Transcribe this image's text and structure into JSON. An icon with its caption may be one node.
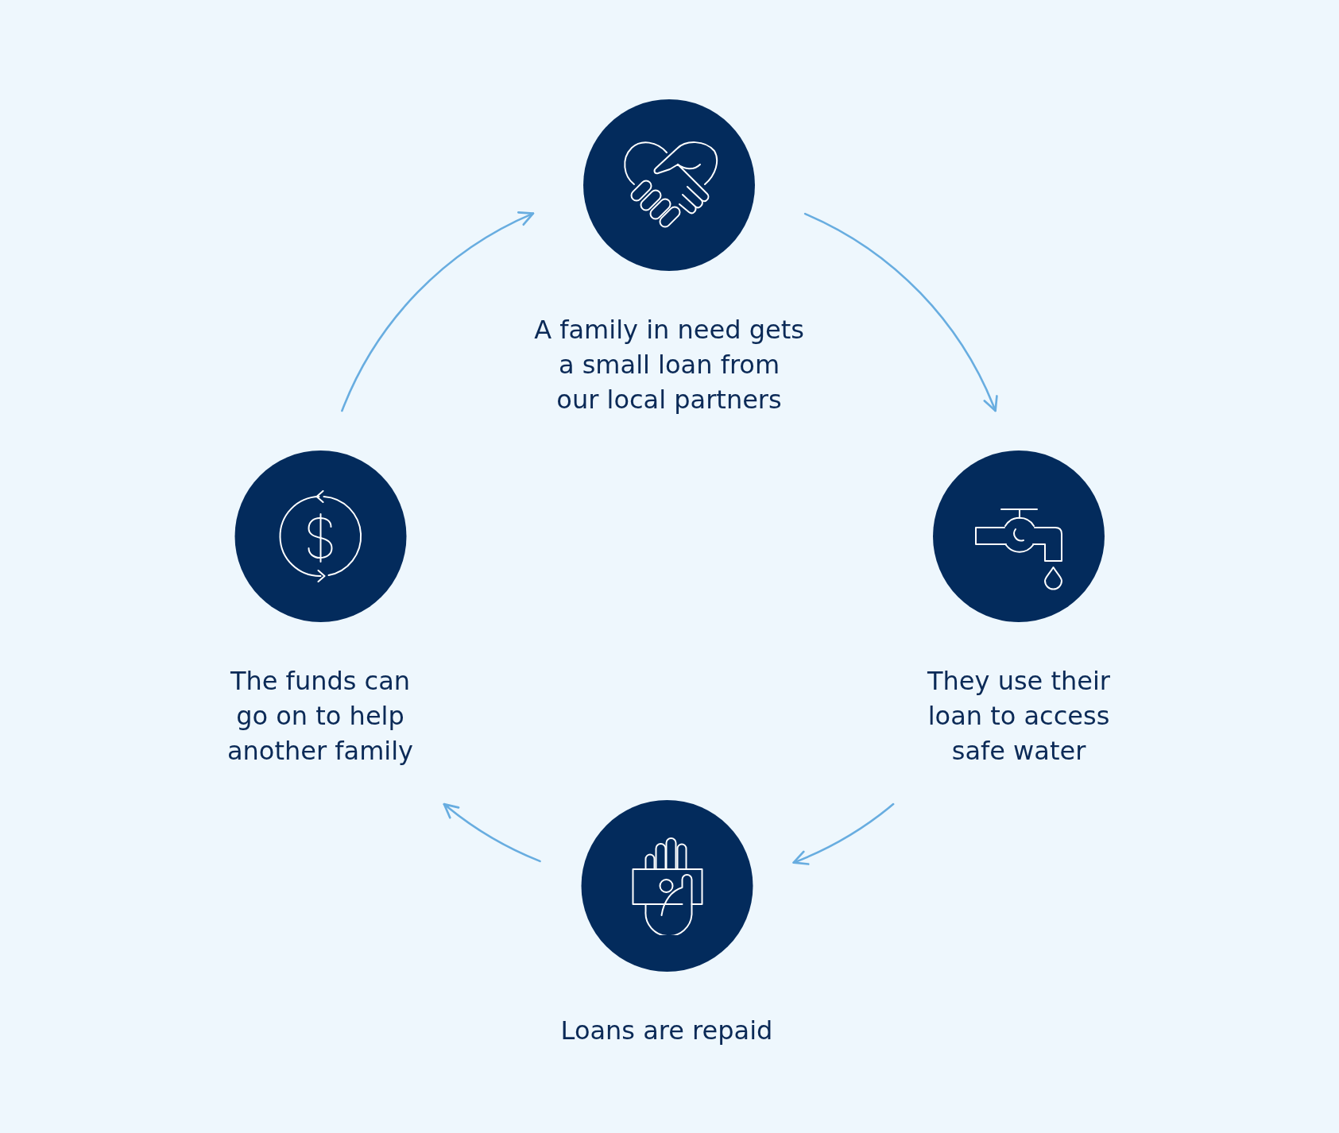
{
  "diagram": {
    "nodes": [
      {
        "text": [
          "A family in need gets a small loan from our local partners"
        ]
      },
      {
        "text": [
          "They use their loan to access safe water"
        ]
      },
      {
        "text": [
          "Loans are repaid"
        ]
      },
      {
        "text": [
          "The funds can go on to help another family"
        ]
      }
    ],
    "edges": [
      {
        "from": 0,
        "to": 1,
        "arrow": "to"
      },
      {
        "from": 1,
        "to": 2,
        "arrow": "to"
      },
      {
        "from": 2,
        "to": 3,
        "arrow": "to"
      },
      {
        "from": 3,
        "to": 0,
        "arrow": "to"
      }
    ]
  }
}
